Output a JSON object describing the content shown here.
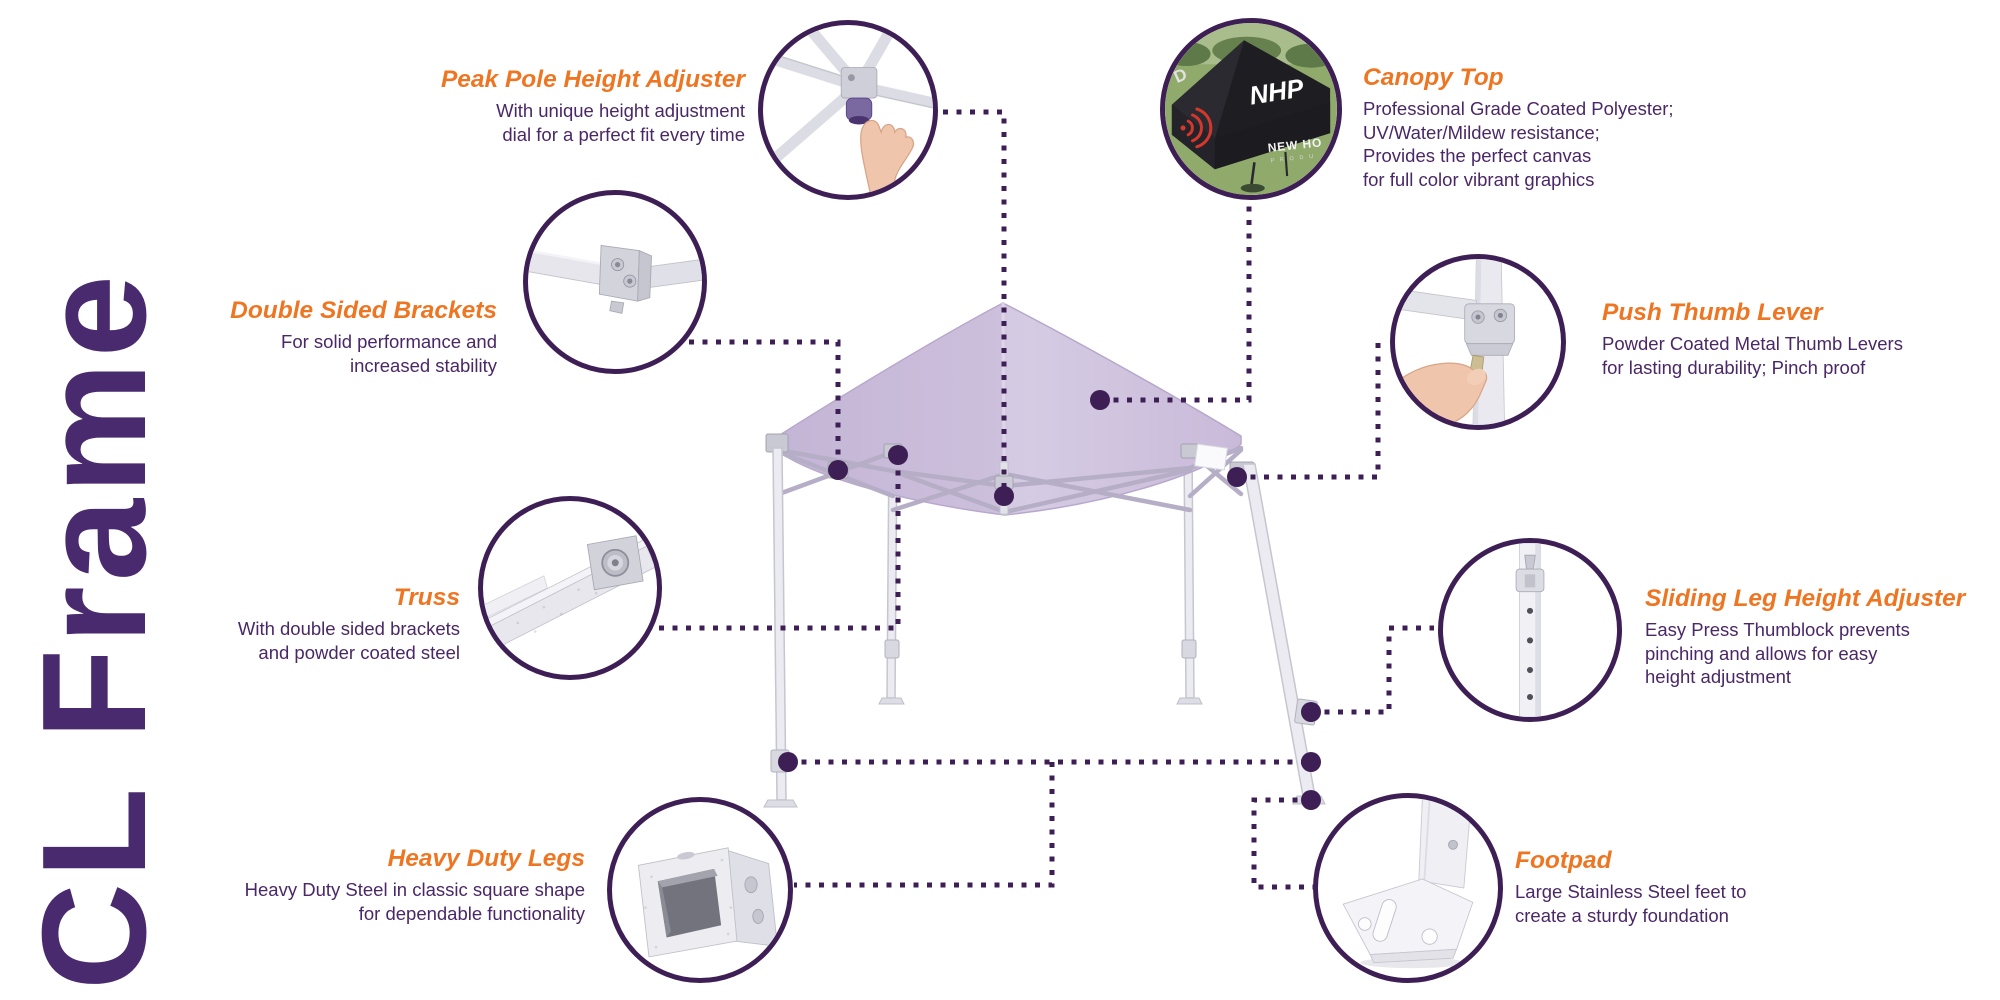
{
  "page": {
    "vertical_title": "CL Frame",
    "background": "#FFFFFF"
  },
  "colors": {
    "title_orange": "#EE7623",
    "body_text_purple": "#4A2767",
    "brand_purple": "#4A2A6E",
    "connector_purple": "#3E1F55",
    "canopy_lavender": "#CDC1DD"
  },
  "canopy_photo": {
    "logo": "NHP",
    "partial_letter": "D",
    "banner_text": "NEW HO",
    "banner_subtext": "P R O D U"
  },
  "callouts": [
    {
      "id": "peak-pole-height-adjuster",
      "title": "Peak Pole Height Adjuster",
      "lines": [
        "With unique height adjustment",
        "dial for a perfect fit every time"
      ]
    },
    {
      "id": "canopy-top",
      "title": "Canopy Top",
      "lines": [
        "Professional Grade Coated Polyester;",
        "UV/Water/Mildew resistance;",
        "Provides the perfect canvas",
        "for full color vibrant graphics"
      ]
    },
    {
      "id": "double-sided-brackets",
      "title": "Double Sided Brackets",
      "lines": [
        "For solid performance and",
        "increased stability"
      ]
    },
    {
      "id": "push-thumb-lever",
      "title": "Push Thumb Lever",
      "lines": [
        "Powder Coated Metal Thumb Levers",
        "for lasting durability; Pinch proof"
      ]
    },
    {
      "id": "truss",
      "title": "Truss",
      "lines": [
        "With double sided brackets",
        "and powder coated steel"
      ]
    },
    {
      "id": "sliding-leg-height-adjuster",
      "title": "Sliding Leg Height Adjuster",
      "lines": [
        "Easy Press Thumblock prevents",
        "pinching and allows for easy",
        "height adjustment"
      ]
    },
    {
      "id": "heavy-duty-legs",
      "title": "Heavy Duty Legs",
      "lines": [
        "Heavy Duty Steel in classic square shape",
        "for dependable functionality"
      ]
    },
    {
      "id": "footpad",
      "title": "Footpad",
      "lines": [
        "Large Stainless Steel feet to",
        "create a sturdy foundation"
      ]
    }
  ]
}
